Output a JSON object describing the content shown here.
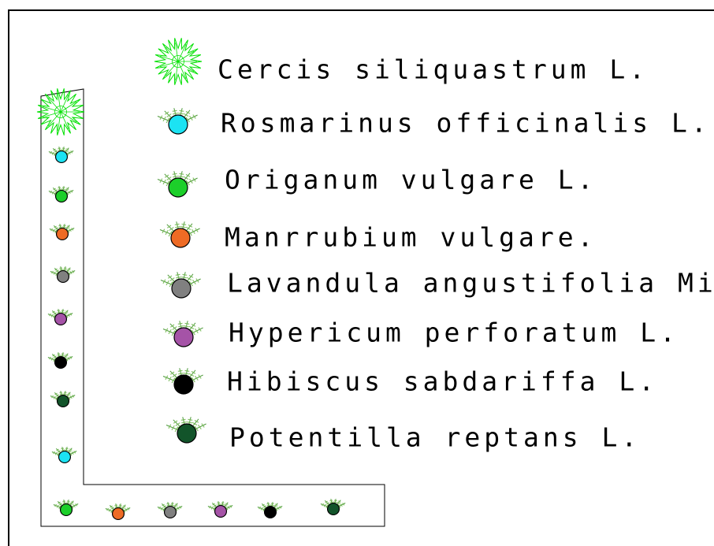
{
  "legend": [
    {
      "label": "Cercis siliquastrum L.",
      "symbol": "tree",
      "color": "#00e000"
    },
    {
      "label": "Rosmarinus officinalis L.",
      "symbol": "shrub",
      "color": "#1ce3f3"
    },
    {
      "label": "Origanum vulgare L.",
      "symbol": "shrub",
      "color": "#1ccf2a"
    },
    {
      "label": "Manrrubium vulgare.",
      "symbol": "shrub",
      "color": "#ee6b25"
    },
    {
      "label": "Lavandula angustifolia Mill.",
      "symbol": "shrub",
      "color": "#808080"
    },
    {
      "label": "Hypericum perforatum L.",
      "symbol": "shrub",
      "color": "#a553a7"
    },
    {
      "label": "Hibiscus sabdariffa L.",
      "symbol": "shrub",
      "color": "#000000"
    },
    {
      "label": "Potentilla reptans L.",
      "symbol": "shrub",
      "color": "#12542a"
    }
  ],
  "plan": {
    "vertical_arm": [
      "Cercis siliquastrum L.",
      "Rosmarinus officinalis L.",
      "Origanum vulgare L.",
      "Manrrubium vulgare.",
      "Lavandula angustifolia Mill.",
      "Hypericum perforatum L.",
      "Hibiscus sabdariffa L.",
      "Potentilla reptans L.",
      "Rosmarinus officinalis L."
    ],
    "horizontal_arm": [
      "Origanum vulgare L.",
      "Manrrubium vulgare.",
      "Lavandula angustifolia Mill.",
      "Hypericum perforatum L.",
      "Hibiscus sabdariffa L.",
      "Potentilla reptans L."
    ]
  },
  "colors": {
    "outline": "#000000",
    "foliage": "#7dbd5e",
    "foliage_dark": "#4e9a3a"
  }
}
